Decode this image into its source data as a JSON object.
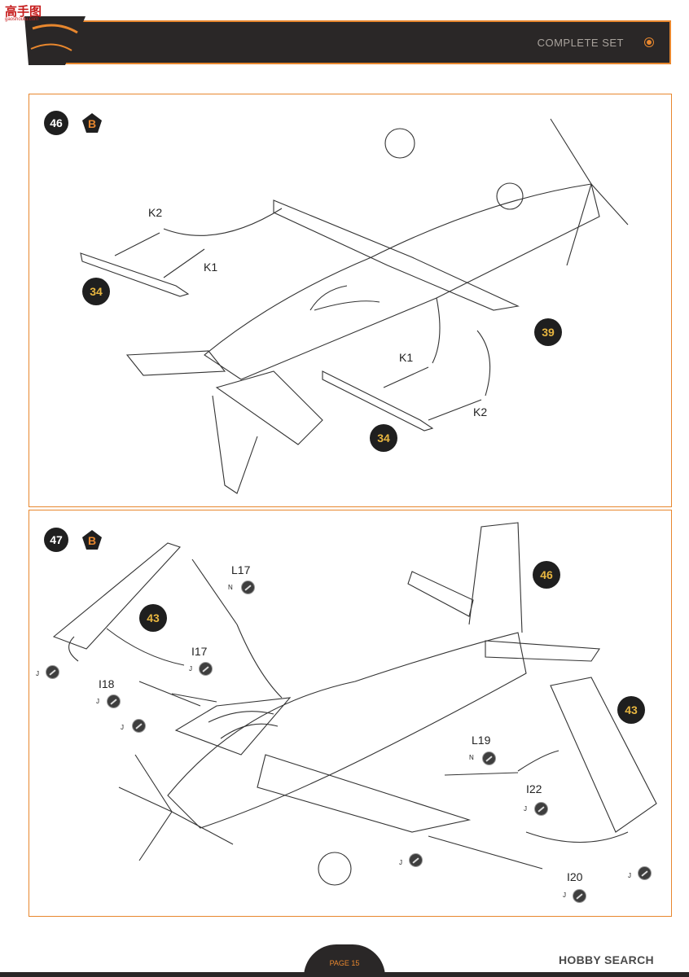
{
  "header": {
    "title": "COMPLETE SET",
    "site_logo": "高手图",
    "site_url": "gaoshoutu.com"
  },
  "steps": [
    {
      "number": "46",
      "option": "B",
      "refs": [
        "34",
        "39",
        "34"
      ],
      "parts": [
        "K2",
        "K1",
        "K1",
        "K2"
      ]
    },
    {
      "number": "47",
      "option": "B",
      "refs": [
        "43",
        "46",
        "43"
      ],
      "parts": [
        {
          "id": "L17",
          "sprue": "N"
        },
        {
          "id": "I17",
          "sprue": "J"
        },
        {
          "id": "I18",
          "sprue": "J"
        },
        {
          "id": "L19",
          "sprue": "N"
        },
        {
          "id": "I22",
          "sprue": "J"
        },
        {
          "id": "I20",
          "sprue": "J"
        }
      ],
      "extra_sprue_labels": [
        "J",
        "J",
        "J",
        "J"
      ]
    }
  ],
  "footer": {
    "page": "PAGE 15",
    "watermark": "HOBBY SEARCH"
  },
  "colors": {
    "accent": "#e8872e",
    "dark": "#2a2727"
  }
}
